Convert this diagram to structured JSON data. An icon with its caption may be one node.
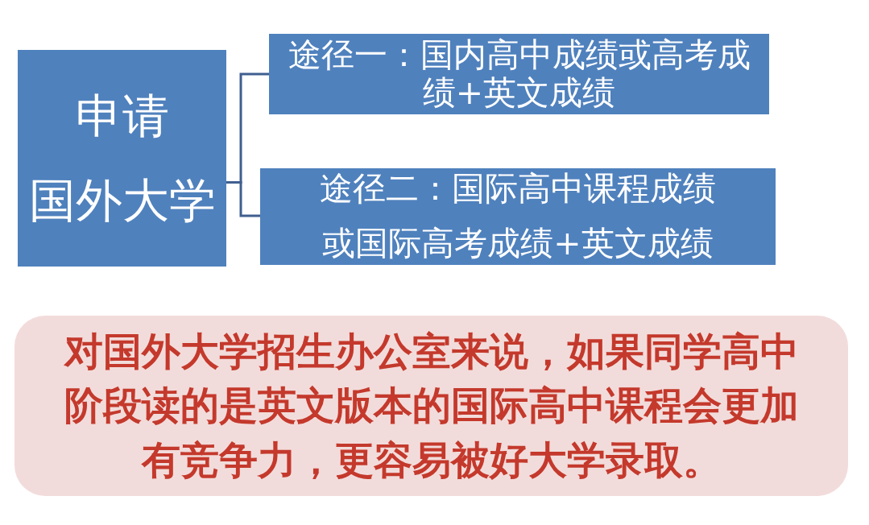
{
  "diagram": {
    "nodes": [
      {
        "text": [
          "申请国外大学"
        ]
      },
      {
        "text": [
          "途径一：国内高中成绩或高考成绩+英文成绩"
        ]
      },
      {
        "text": [
          "途径二：国际高中课程成绩或国际高考成绩+英文成绩"
        ]
      },
      {
        "text": [
          "对国外大学招生办公室来说，如果同学高中阶段读的是英文版本的国际高中课程会更加有竞争力，更容易被好大学录取。"
        ]
      }
    ],
    "edges": [
      {
        "from": 0,
        "to": 1,
        "arrow": "none"
      },
      {
        "from": 0,
        "to": 2,
        "arrow": "none"
      }
    ]
  }
}
